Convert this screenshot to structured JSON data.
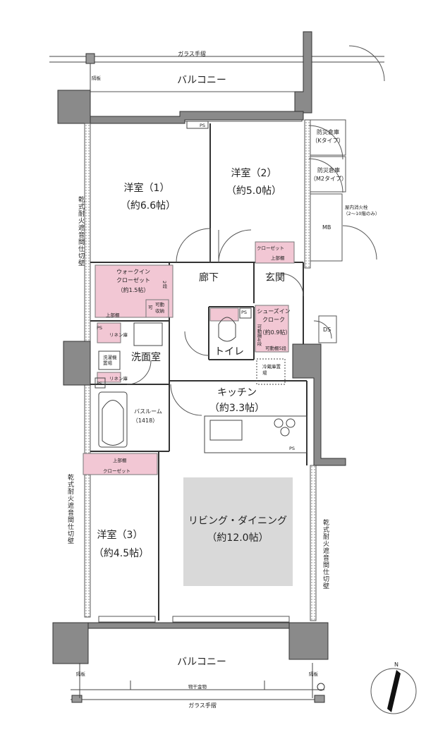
{
  "title": "",
  "rooms": {
    "western1": {
      "name": "洋室（1）",
      "size": "（約6.6帖）"
    },
    "western2": {
      "name": "洋室（2）",
      "size": "（約5.0帖）"
    },
    "western3": {
      "name": "洋室（3）",
      "size": "（約4.5帖）"
    },
    "living": {
      "name": "リビング・ダイニング",
      "size": "（約12.0帖）"
    },
    "kitchen": {
      "name": "キッチン",
      "size": "（約3.3帖）"
    },
    "washroom": {
      "name": "洗面室"
    },
    "toilet": {
      "name": "トイレ"
    },
    "hallway": {
      "name": "廊下"
    },
    "entrance": {
      "name": "玄関"
    },
    "bathroom": {
      "name": "バスルーム",
      "size": "（1418）"
    }
  },
  "storage": {
    "walkin_line1": "ウォークイン",
    "walkin_line2": "クローゼット",
    "walkin_size": "（約1.5帖）",
    "walkin_shelf": "2段",
    "upper_shelf": "上部棚",
    "movable_storage": "可動収納",
    "movable_mark": "可",
    "shoe_line1": "シューズイン",
    "shoe_line2": "クローク",
    "shoe_size": "（約0.9帖）",
    "shoe_shelf_note": "可動棚5段",
    "shoe_side_note": "可動棚4段",
    "closet_top_label": "クローゼット",
    "closet_top_sub": "上部棚",
    "closet3_upper": "上部棚",
    "closet3_label": "クローゼット",
    "linen1": "リネン庫",
    "linen2": "リネン庫",
    "washer": "洗濯機置場",
    "fridge": "冷蔵庫置場"
  },
  "facilities": {
    "disaster_k_line1": "防災倉庫",
    "disaster_k_line2": "（Kタイプ）",
    "disaster_m2_line1": "防災倉庫",
    "disaster_m2_line2": "（M2タイプ）",
    "hydrant_line1": "屋内消火栓",
    "hydrant_line2": "（2〜10階のみ）",
    "mb": "MB",
    "ds": "DS",
    "ps": "PS"
  },
  "exterior": {
    "balcony_top": "バルコニー",
    "balcony_bottom": "バルコニー",
    "glass_rail_top": "ガラス手摺",
    "glass_rail_bottom": "ガラス手摺",
    "partition": "隔板",
    "drying_rail": "物干金物",
    "wall_left_upper": "乾式耐火遮音間仕切壁",
    "wall_left_lower": "乾式耐火遮音間仕切壁",
    "wall_right": "乾式耐火遮音間仕切壁"
  },
  "compass": {
    "north": "N"
  },
  "colors": {
    "wall": "#8a8a8a",
    "storage": "#f2c7d4",
    "living_floor": "#d9d9d9",
    "line": "#333333"
  }
}
